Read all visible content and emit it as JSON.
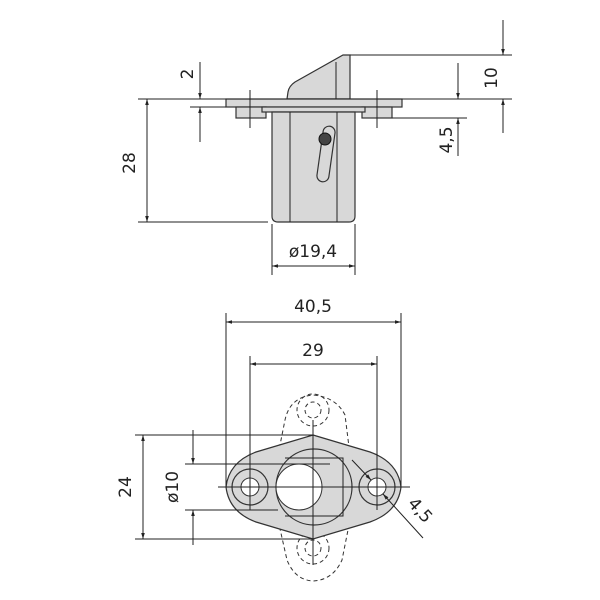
{
  "side_view": {
    "dims": {
      "top_height": "10",
      "flange_thickness": "2",
      "tab_depth": "4,5",
      "body_height": "28",
      "body_diameter": "ø19,4"
    }
  },
  "plan_view": {
    "dims": {
      "overall_width": "40,5",
      "hole_spacing": "29",
      "height": "24",
      "bore_diameter": "ø10",
      "hole_diameter": "4,5"
    }
  },
  "colors": {
    "part_fill": "#d8d8d8",
    "line": "#222222"
  }
}
